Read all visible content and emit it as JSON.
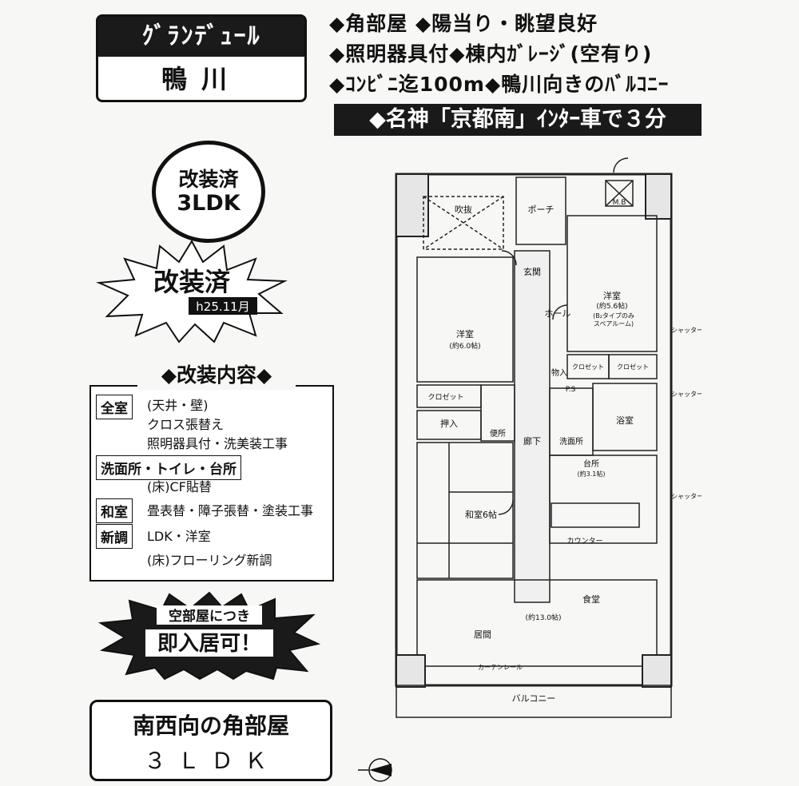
{
  "title": {
    "name": "ｸﾞﾗﾝﾃﾞｭｰﾙ",
    "location": "鴨川"
  },
  "features": {
    "line1": "◆角部屋 ◆陽当り・眺望良好",
    "line2": "◆照明器具付◆棟内ｶﾞﾚｰｼﾞ(空有り)",
    "line3": "◆ｺﾝﾋﾞﾆ迄100m◆鴨川向きのﾊﾞﾙｺﾆｰ",
    "banner": "◆名神「京都南」ｲﾝﾀｰ車で３分"
  },
  "badge": {
    "line1": "改装済",
    "line2": "3LDK"
  },
  "burst": {
    "title": "改装済",
    "date": "h25.11月"
  },
  "renovation": {
    "header": "◆改装内容◆",
    "items": [
      {
        "label": "全室",
        "lines": [
          "(天井・壁)",
          "クロス張替え",
          "照明器具付・洗美装工事"
        ]
      },
      {
        "label": "洗面所・トイレ・台所",
        "lines": [
          "(床)CF貼替"
        ]
      },
      {
        "label": "和室",
        "lines": [
          "畳表替・障子張替・塗装工事"
        ]
      },
      {
        "label": "新調",
        "lines": [
          "LDK・洋室",
          "(床)フローリング新調"
        ]
      }
    ]
  },
  "vacancy": {
    "line1": "空部屋につき",
    "line2": "即入居可！"
  },
  "bottom": {
    "line1": "南西向の角部屋",
    "line2": "３ＬＤＫ"
  },
  "floorplan": {
    "rooms": {
      "fukinuke": "吹抜",
      "porch": "ポーチ",
      "mb": "M.B",
      "genkan": "玄関",
      "hall": "ホール",
      "yoshitsu_left": "洋室",
      "yoshitsu_left_size": "(約6.0帖)",
      "yoshitsu_right": "洋室",
      "yoshitsu_right_size": "(約5.6帖)",
      "yoshitsu_right_note": "(B₂タイプのみ",
      "yoshitsu_right_note2": "スペアルーム)",
      "closet_left": "クロゼット",
      "closet_r1": "クロゼット",
      "closet_r2": "クロゼット",
      "oshiire": "押入",
      "toilet": "便所",
      "ps": "P.S",
      "monoire": "物入",
      "rouka": "廊下",
      "senmenjo": "洗面所",
      "yokushitsu": "浴室",
      "daidokoro": "台所",
      "daidokoro_size": "(約3.1帖)",
      "washitsu": "和室6帖",
      "counter": "カウンター",
      "shokudo": "食堂",
      "ima": "居間",
      "ldk_size": "(約13.0帖)",
      "balcony": "バルコニー",
      "curtain_rail": "カーテンレール",
      "shutter": "シャッター"
    }
  }
}
